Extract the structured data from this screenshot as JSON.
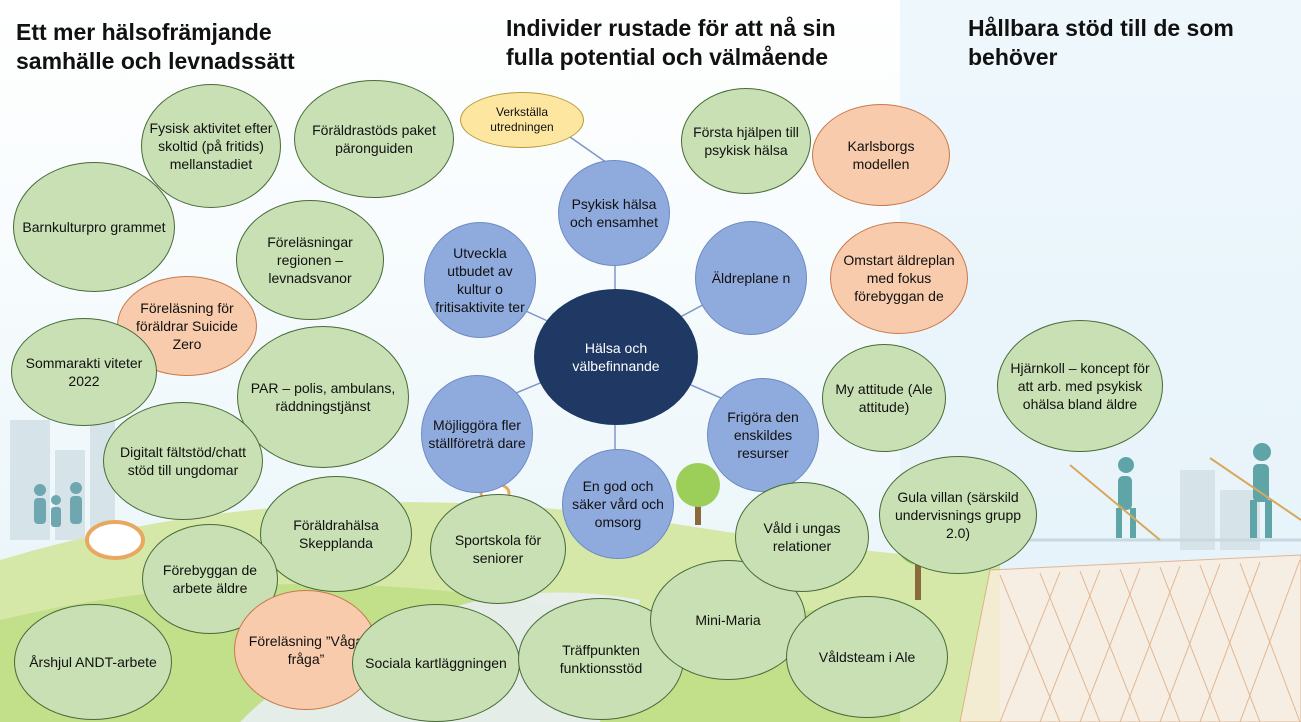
{
  "headings": {
    "left": "Ett mer hälsofrämjande samhälle och levnadssätt",
    "center": "Individer rustade för att nå sin fulla potential och välmående",
    "right": "Hållbara stöd till de som behöver"
  },
  "center": "Hälsa och välbefinnande",
  "spokes": {
    "psykisk": "Psykisk hälsa och ensamhet",
    "aldreplan": "Äldreplane n",
    "frigora": "Frigöra den enskildes resurser",
    "god_vard": "En god och säker vård och omsorg",
    "mojliggora": "Möjliggöra fler ställföreträ dare",
    "utveckla": "Utveckla utbudet av kultur o fritisaktivite ter"
  },
  "bubbles": {
    "verkstalla": "Verkställa utredningen",
    "fysisk": "Fysisk aktivitet efter skoltid (på fritids) mellanstadiet",
    "foraldrastods": "Föräldrastöds paket päronguiden",
    "barnkultur": "Barnkulturpro grammet",
    "forelasningar_regionen": "Föreläsningar regionen – levnadsvanor",
    "forelasning_suicide": "Föreläsning för föräldrar Suicide Zero",
    "sommar": "Sommarakti viteter 2022",
    "par": "PAR – polis, ambulans, räddningstjänst",
    "digitalt": "Digitalt fältstöd/chatt stöd till ungdomar",
    "foraldrahalsa": "Föräldrahälsa Skepplanda",
    "forebyggande": "Förebyggan de arbete äldre",
    "arshjul": "Årshjul ANDT-arbete",
    "forelasning_vaga": "Föreläsning ”Våga fråga”",
    "sociala": "Sociala kartläggningen",
    "sportskola": "Sportskola för seniorer",
    "traffpunkten": "Träffpunkten funktionsstöd",
    "mini_maria": "Mini-Maria",
    "vald_unga": "Våld i ungas relationer",
    "valdsteam": "Våldsteam i Ale",
    "forsta_hjalpen": "Första hjälpen till psykisk hälsa",
    "karlsborgs": "Karlsborgs modellen",
    "omstart": "Omstart äldreplan med fokus förebyggan de",
    "my_attitude": "My attitude (Ale attitude)",
    "hjarnkoll": "Hjärnkoll – koncept för att arb. med psykisk ohälsa bland äldre",
    "gula_villan": "Gula villan (särskild undervisnings grupp 2.0)"
  },
  "colors": {
    "green": "#c8e0b4",
    "orange": "#f7cbac",
    "yellow": "#fde7a0",
    "blue": "#8faadc",
    "navy": "#1f3864"
  }
}
